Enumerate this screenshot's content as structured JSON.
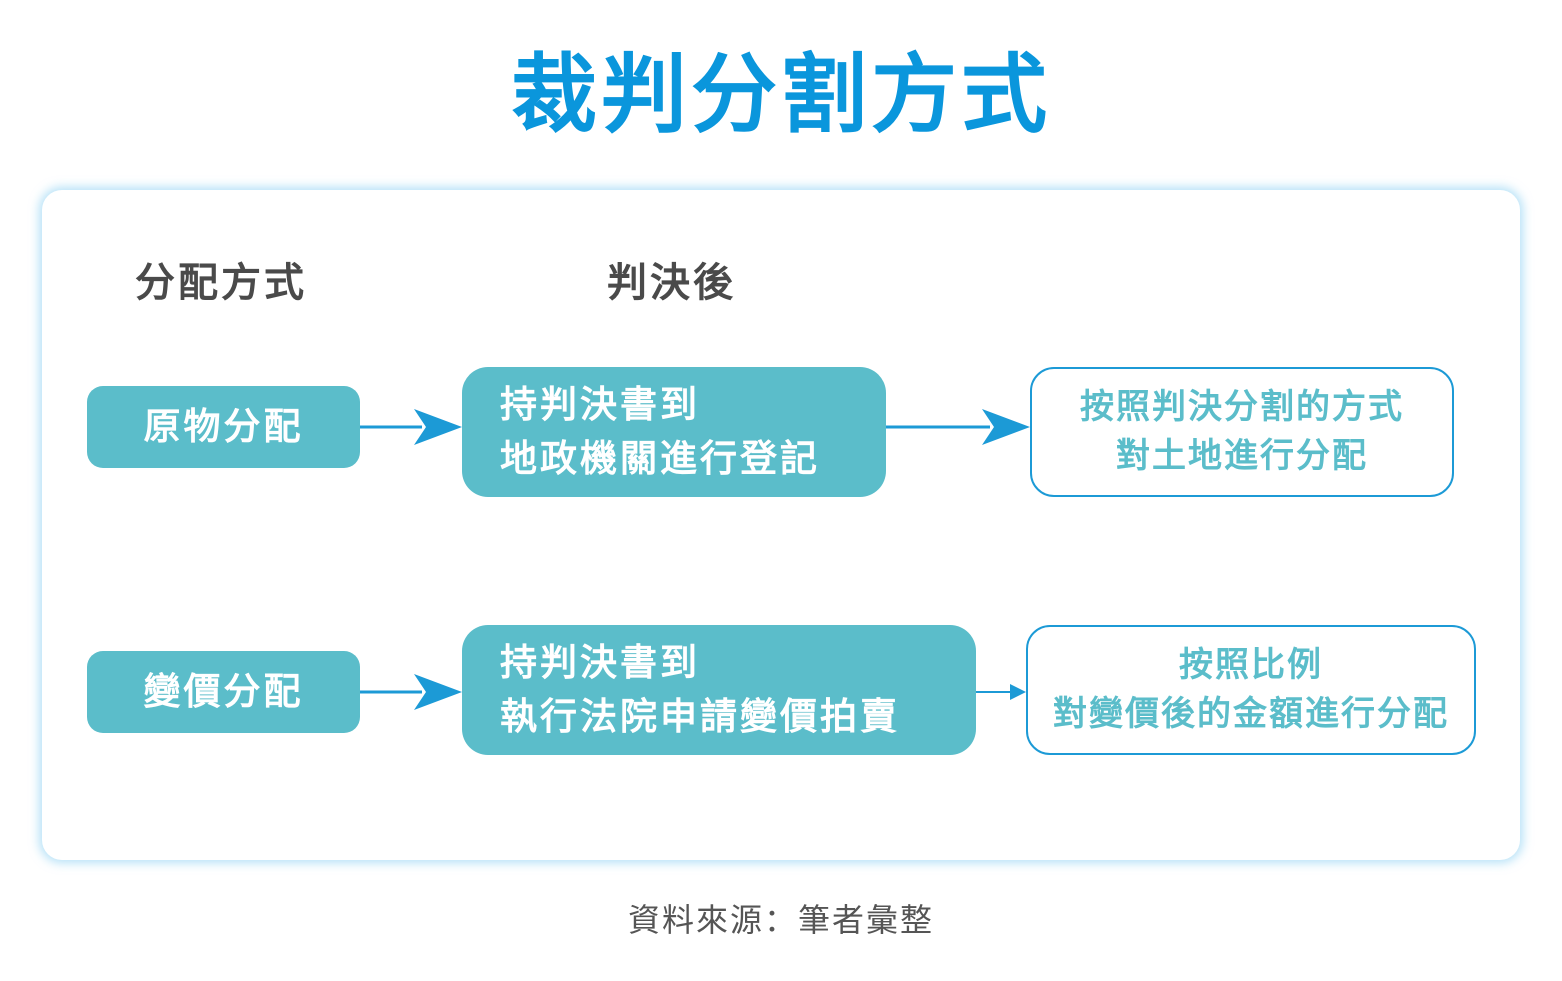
{
  "title": "裁判分割方式",
  "headers": {
    "method": "分配方式",
    "after_judgment": "判決後"
  },
  "rows": [
    {
      "method": "原物分配",
      "step_lines": [
        "持判決書到",
        "地政機關進行登記"
      ],
      "result_lines": [
        "按照判決分割的方式",
        "對土地進行分配"
      ]
    },
    {
      "method": "變價分配",
      "step_lines": [
        "持判決書到",
        "執行法院申請變價拍賣"
      ],
      "result_lines": [
        "按照比例",
        "對變價後的金額進行分配"
      ]
    }
  ],
  "source": "資料來源：筆者彙整",
  "colors": {
    "title": "#0a96dc",
    "teal_box": "#5bbdca",
    "arrow": "#1c9ad6",
    "header_text": "#4a4a4a"
  }
}
